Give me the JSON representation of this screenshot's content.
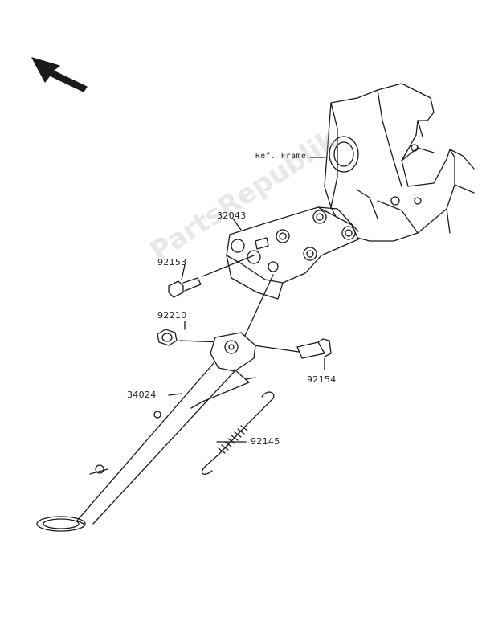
{
  "diagram": {
    "ref_label": "Ref. Frame",
    "watermark": "PartsRepublik",
    "parts": [
      {
        "id": "32043",
        "label": "32043"
      },
      {
        "id": "92153",
        "label": "92153"
      },
      {
        "id": "92210",
        "label": "92210"
      },
      {
        "id": "92154",
        "label": "92154"
      },
      {
        "id": "34024",
        "label": "34024"
      },
      {
        "id": "92145",
        "label": "92145"
      }
    ]
  },
  "colors": {
    "line": "#1a1a1a",
    "fill": "#ffffff",
    "watermark": "#bebebe"
  }
}
